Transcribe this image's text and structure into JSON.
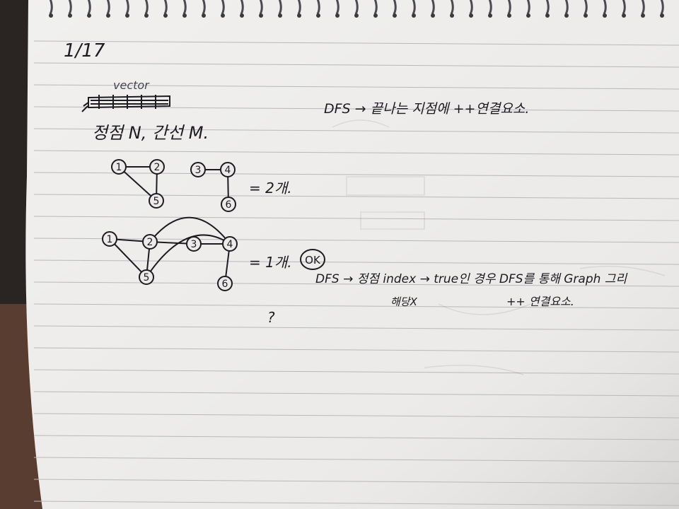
{
  "notes": {
    "date": "1/17",
    "crossed_word": "vector",
    "heading": "정점 N, 간선 M.",
    "graph1_result": "= 2개.",
    "graph2_result": "= 1개.",
    "ok_mark": "OK",
    "question": "?",
    "dfs_line": "DFS → 끝나는 지점에 ++연결요소.",
    "dfs2_line_a": "DFS → 정점 index → true인 경우 DFS를 통해 Graph 그리",
    "dfs2_line_b": "해당X",
    "dfs2_line_c": "++ 연결요소."
  },
  "graph1": {
    "nodes": [
      "1",
      "2",
      "5",
      "3",
      "4",
      "6"
    ]
  },
  "graph2": {
    "nodes": [
      "1",
      "2",
      "3",
      "4",
      "5",
      "6"
    ]
  },
  "colors": {
    "paper": "#ecebe9",
    "ink": "#1c1c22",
    "rule": "#b9b8bd",
    "spiral": "#4a4a50",
    "backdrop": "#2a2523"
  }
}
